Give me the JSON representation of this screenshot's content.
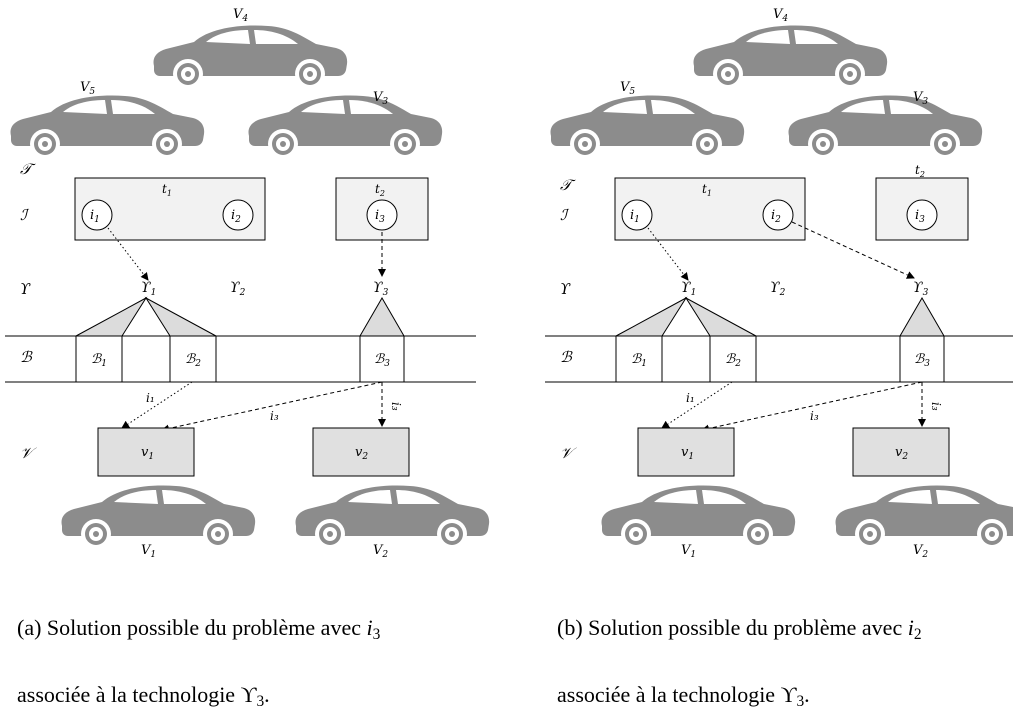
{
  "panels": [
    {
      "id": "a",
      "labels": {
        "vehicles_top": [
          "V",
          "4",
          "V",
          "5",
          "V",
          "3"
        ],
        "row_T": "𝒯",
        "row_I": "ℐ",
        "row_Y": "ϒ",
        "row_B": "ℬ",
        "row_V": "𝒱"
      },
      "caption_line1": "(a) Solution possible du problème avec ",
      "caption_var": "i",
      "caption_var_sub": "3",
      "caption_line2": "associée à la technologie ϒ",
      "caption_line2_sub": "3",
      "caption_end": "."
    },
    {
      "id": "b",
      "caption_line1": "(b) Solution possible du problème avec ",
      "caption_var": "i",
      "caption_var_sub": "2",
      "caption_line2": "associée à la technologie ϒ",
      "caption_line2_sub": "3",
      "caption_end": "."
    }
  ],
  "diagram_text": {
    "t1": "t",
    "t1_sub": "1",
    "t2": "t",
    "t2_sub": "2",
    "i1": "i",
    "i1_sub": "1",
    "i2": "i",
    "i2_sub": "2",
    "i3": "i",
    "i3_sub": "3",
    "Y1": "ϒ",
    "Y1_sub": "1",
    "Y2": "ϒ",
    "Y2_sub": "2",
    "Y3": "ϒ",
    "Y3_sub": "3",
    "B1": "ℬ",
    "B1_sub": "1",
    "B2": "ℬ",
    "B2_sub": "2",
    "B3": "ℬ",
    "B3_sub": "3",
    "v1": "v",
    "v1_sub": "1",
    "v2": "v",
    "v2_sub": "2",
    "V1": "V",
    "V1_sub": "1",
    "V2": "V",
    "V2_sub": "2",
    "V3": "V",
    "V3_sub": "3",
    "V4": "V",
    "V4_sub": "4",
    "V5": "V",
    "V5_sub": "5",
    "row_T": "𝒯",
    "row_I": "ℐ",
    "row_Y": "ϒ",
    "row_B": "ℬ",
    "row_V": "𝒱",
    "edge_i1": "i₁",
    "edge_i3a": "i₃",
    "edge_i3b": "i₃"
  },
  "colors": {
    "car": "#8c8c8c",
    "box_light": "#f2f2f2",
    "box_grey": "#e0e0e0",
    "triangle": "#dcdcdc"
  }
}
